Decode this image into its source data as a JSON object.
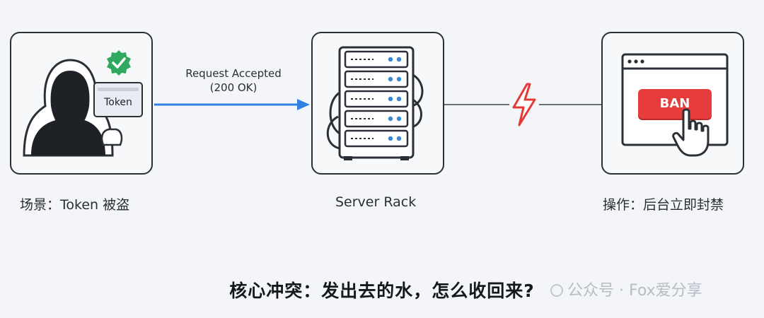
{
  "left_panel": {
    "token_label": "Token",
    "caption": "场景：Token 被盗",
    "check_icon": "verified-badge-icon",
    "figure_icon": "hooded-hacker-icon"
  },
  "flow_arrow": {
    "label_line1": "Request Accepted",
    "label_line2": "(200 OK)",
    "color": "#2f80e0"
  },
  "center_panel": {
    "caption": "Server Rack",
    "icon": "server-rack-icon"
  },
  "connection": {
    "icon": "lightning-bolt-icon",
    "bolt_color": "#e53935"
  },
  "right_panel": {
    "ban_label": "BAN",
    "caption": "操作：后台立即封禁",
    "icon": "browser-window-icon",
    "ban_color": "#e63c3c"
  },
  "question": "核心冲突：发出去的水，怎么收回来?",
  "watermark": "公众号 · Fox爱分享"
}
